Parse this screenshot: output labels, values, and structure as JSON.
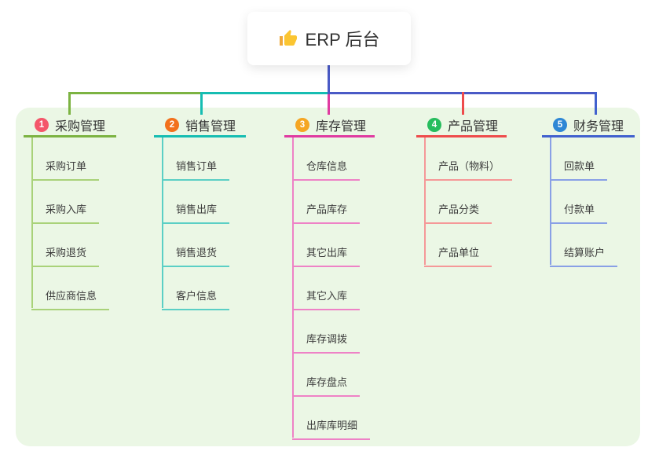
{
  "root": {
    "icon": "thumbs-up",
    "label": "ERP 后台"
  },
  "connector": {
    "color": "#4a5ac6"
  },
  "panel_color": "#ebf7e5",
  "branches": [
    {
      "badge": "1",
      "title": "采购管理",
      "badge_color": "#f4566a",
      "line_color": "#7cb342",
      "sub_line_color": "#a9d279",
      "items": [
        "采购订单",
        "采购入库",
        "采购退货",
        "供应商信息"
      ]
    },
    {
      "badge": "2",
      "title": "销售管理",
      "badge_color": "#f2711c",
      "line_color": "#16bdb2",
      "sub_line_color": "#5bcfc5",
      "items": [
        "销售订单",
        "销售出库",
        "销售退货",
        "客户信息"
      ]
    },
    {
      "badge": "3",
      "title": "库存管理",
      "badge_color": "#f5a623",
      "line_color": "#e03ba1",
      "sub_line_color": "#ee82c6",
      "items": [
        "仓库信息",
        "产品库存",
        "其它出库",
        "其它入库",
        "库存调拨",
        "库存盘点",
        "出库库明细"
      ]
    },
    {
      "badge": "4",
      "title": "产品管理",
      "badge_color": "#27bd5e",
      "line_color": "#ee4c4c",
      "sub_line_color": "#f59898",
      "items": [
        "产品（物料）",
        "产品分类",
        "产品单位"
      ]
    },
    {
      "badge": "5",
      "title": "财务管理",
      "badge_color": "#2e87d5",
      "line_color": "#4161ce",
      "sub_line_color": "#89a0e6",
      "items": [
        "回款单",
        "付款单",
        "结算账户"
      ]
    }
  ]
}
